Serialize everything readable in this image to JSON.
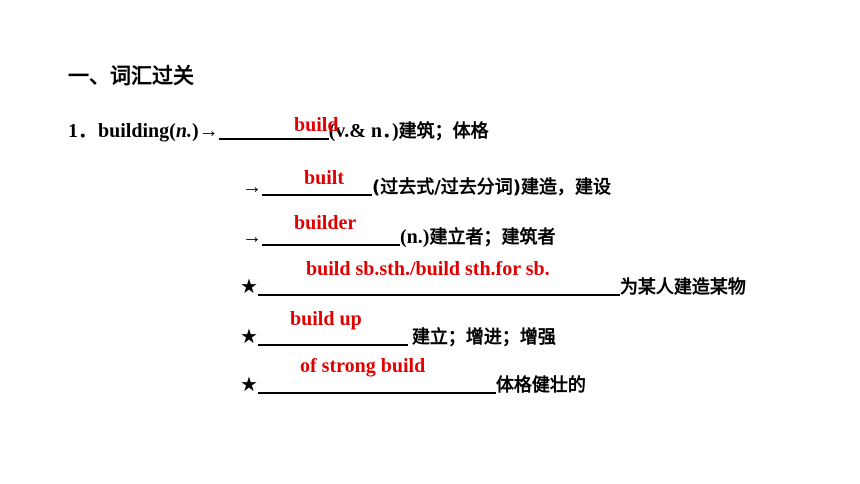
{
  "heading": "一、词汇过关",
  "item1": {
    "number": "1．",
    "headword": "building",
    "headword_pos_open": "(",
    "headword_pos": "n.",
    "headword_pos_close": ")",
    "arrow": "→",
    "answer": "build",
    "pos_text": "(v.& n．)",
    "meaning": "建筑；体格"
  },
  "item2": {
    "prefix": "→",
    "answer": "built",
    "suffix_paren": "(过去式/过去分词)",
    "meaning": "建造，建设"
  },
  "item3": {
    "prefix": "→",
    "answer": "builder",
    "suffix_paren": "(n.)",
    "meaning": "建立者；建筑者"
  },
  "item4": {
    "prefix": "★",
    "answer": "build sb.sth./build sth.for sb.",
    "meaning": "为某人建造某物"
  },
  "item5": {
    "prefix": "★",
    "answer": "build up",
    "meaning": "建立；增进；增强"
  },
  "item6": {
    "prefix": "★",
    "answer": "of strong build",
    "meaning": "体格健壮的"
  }
}
